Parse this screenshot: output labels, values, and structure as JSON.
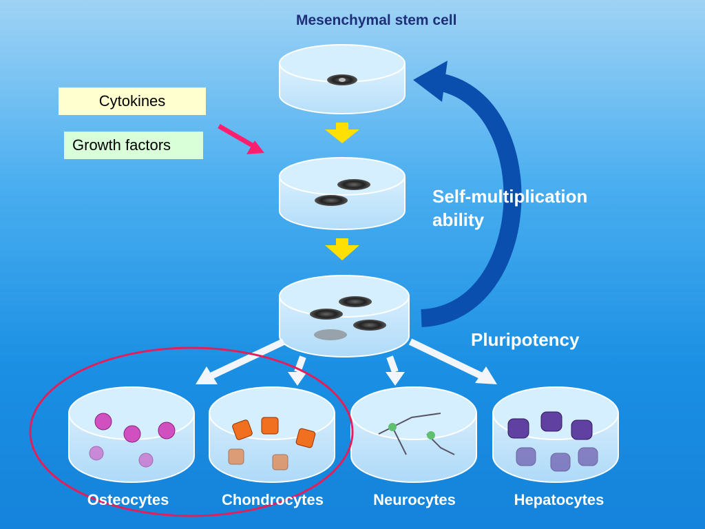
{
  "title": "Mesenchymal stem cell",
  "boxes": {
    "cytokines": "Cytokines",
    "growth_factors": "Growth factors"
  },
  "annotations": {
    "self_multiplication_line1": "Self-multiplication",
    "self_multiplication_line2": "ability",
    "pluripotency": "Pluripotency"
  },
  "cell_types": [
    {
      "label": "Osteocytes"
    },
    {
      "label": "Chondrocytes"
    },
    {
      "label": "Neurocytes"
    },
    {
      "label": "Hepatocytes"
    }
  ],
  "colors": {
    "title": "#1e2f7a",
    "arrow_yellow": "#ffe000",
    "arrow_dark_blue": "#0a4fae",
    "arrow_pink": "#ff1f6e",
    "circle_red": "#e0205a",
    "osteocyte": "#d050c0",
    "chondrocyte": "#f07020",
    "neurocyte": "#60c070",
    "hepatocyte": "#6040a0"
  }
}
